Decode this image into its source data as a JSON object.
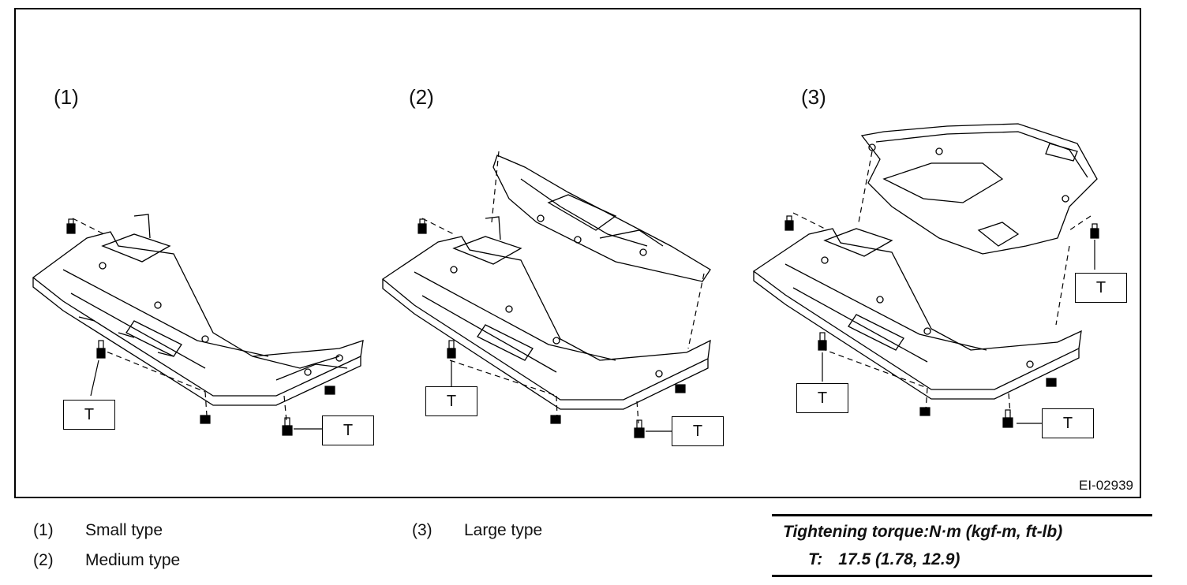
{
  "figure": {
    "panels": [
      {
        "label": "(1)"
      },
      {
        "label": "(2)"
      },
      {
        "label": "(3)"
      }
    ],
    "t_label": "T",
    "figure_id": "EI-02939"
  },
  "legend": [
    {
      "num": "(1)",
      "text": "Small type"
    },
    {
      "num": "(2)",
      "text": "Medium type"
    },
    {
      "num": "(3)",
      "text": "Large type"
    }
  ],
  "torque": {
    "title": "Tightening torque:N·m (kgf-m, ft-lb)",
    "key": "T:",
    "spec": "17.5 (1.78, 12.9)"
  }
}
